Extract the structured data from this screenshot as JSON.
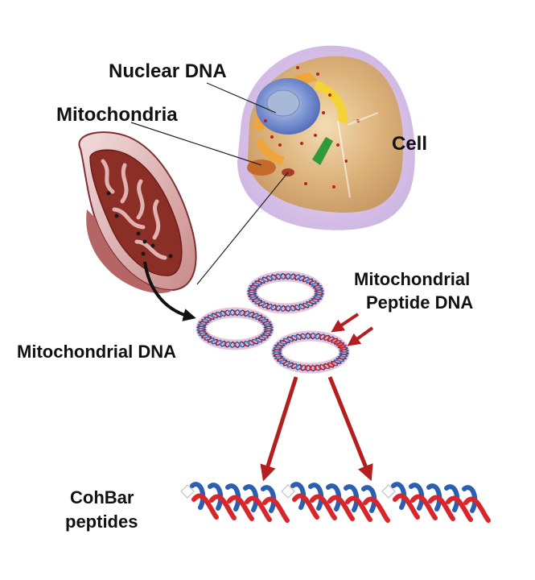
{
  "labels": {
    "nuclear_dna": "Nuclear DNA",
    "mitochondria": "Mitochondria",
    "cell": "Cell",
    "mitochondrial_dna": "Mitochondrial DNA",
    "mitochondrial_peptide_dna_line1": "Mitochondrial",
    "mitochondrial_peptide_dna_line2": "Peptide DNA",
    "cohbar_line1": "CohBar",
    "cohbar_line2": "peptides"
  },
  "colors": {
    "arrow": "#b41e1e",
    "dna_red": "#d8262a",
    "dna_blue": "#2c5fb0",
    "plasmid_ring": "#e8c2d6",
    "mito_outer": "#b56565",
    "mito_inner": "#8a2e26",
    "cell_body": "#dcb27a",
    "cell_membrane": "#c9aee0",
    "nucleus": "#6d86c8"
  }
}
